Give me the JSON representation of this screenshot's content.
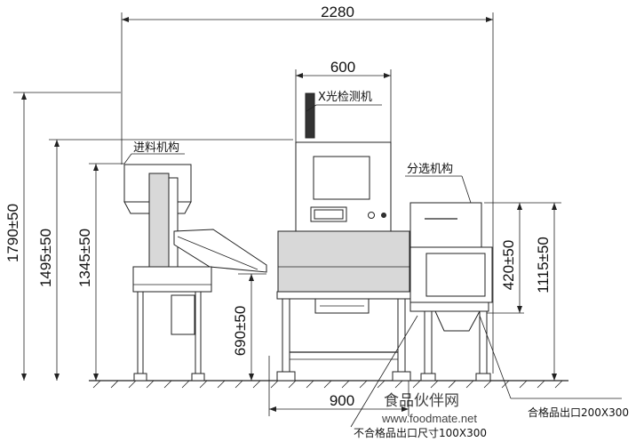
{
  "dimensions": {
    "total_width": "2280",
    "xray_width": "600",
    "base_width": "900",
    "height_1790": "1790±50",
    "height_1495": "1495±50",
    "height_1345": "1345±50",
    "height_690": "690±50",
    "height_420": "420±50",
    "height_1115": "1115±50"
  },
  "labels": {
    "xray_machine": "X光检测机",
    "feed_mechanism": "进料机构",
    "sorting_mechanism": "分选机构",
    "qualified_outlet": "合格品出口200X300",
    "unqualified_outlet": "不合格品出口尺寸100X300"
  },
  "watermark": {
    "cn": "食品伙伴网",
    "url": "www.foodmate.net"
  }
}
